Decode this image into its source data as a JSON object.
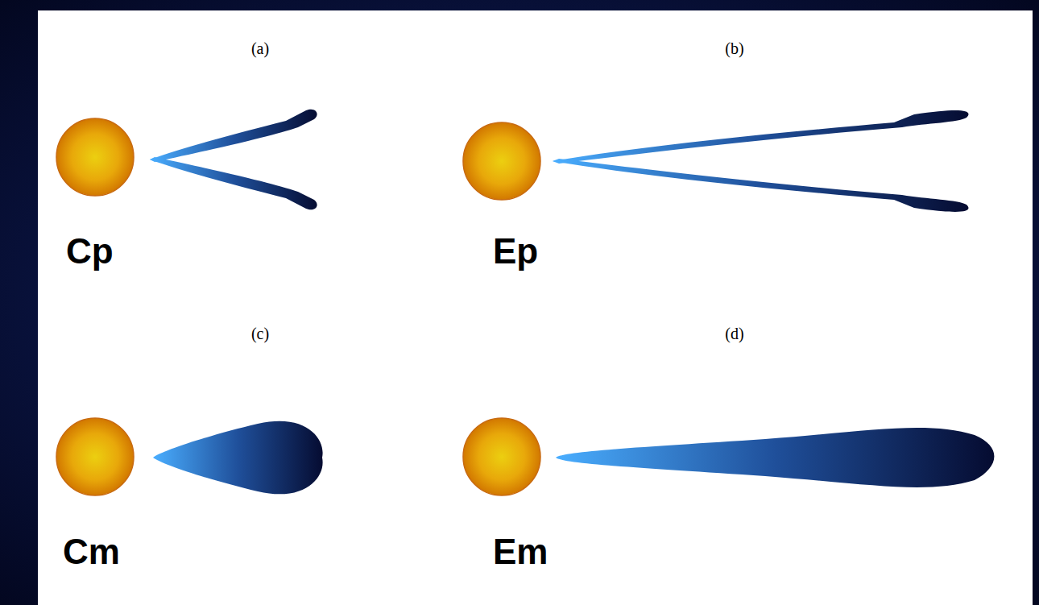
{
  "diagram": {
    "labels": [
      "(a)",
      "(b)",
      "Cp",
      "Ep",
      "(c)",
      "(d)",
      "Cm",
      "Em"
    ]
  }
}
